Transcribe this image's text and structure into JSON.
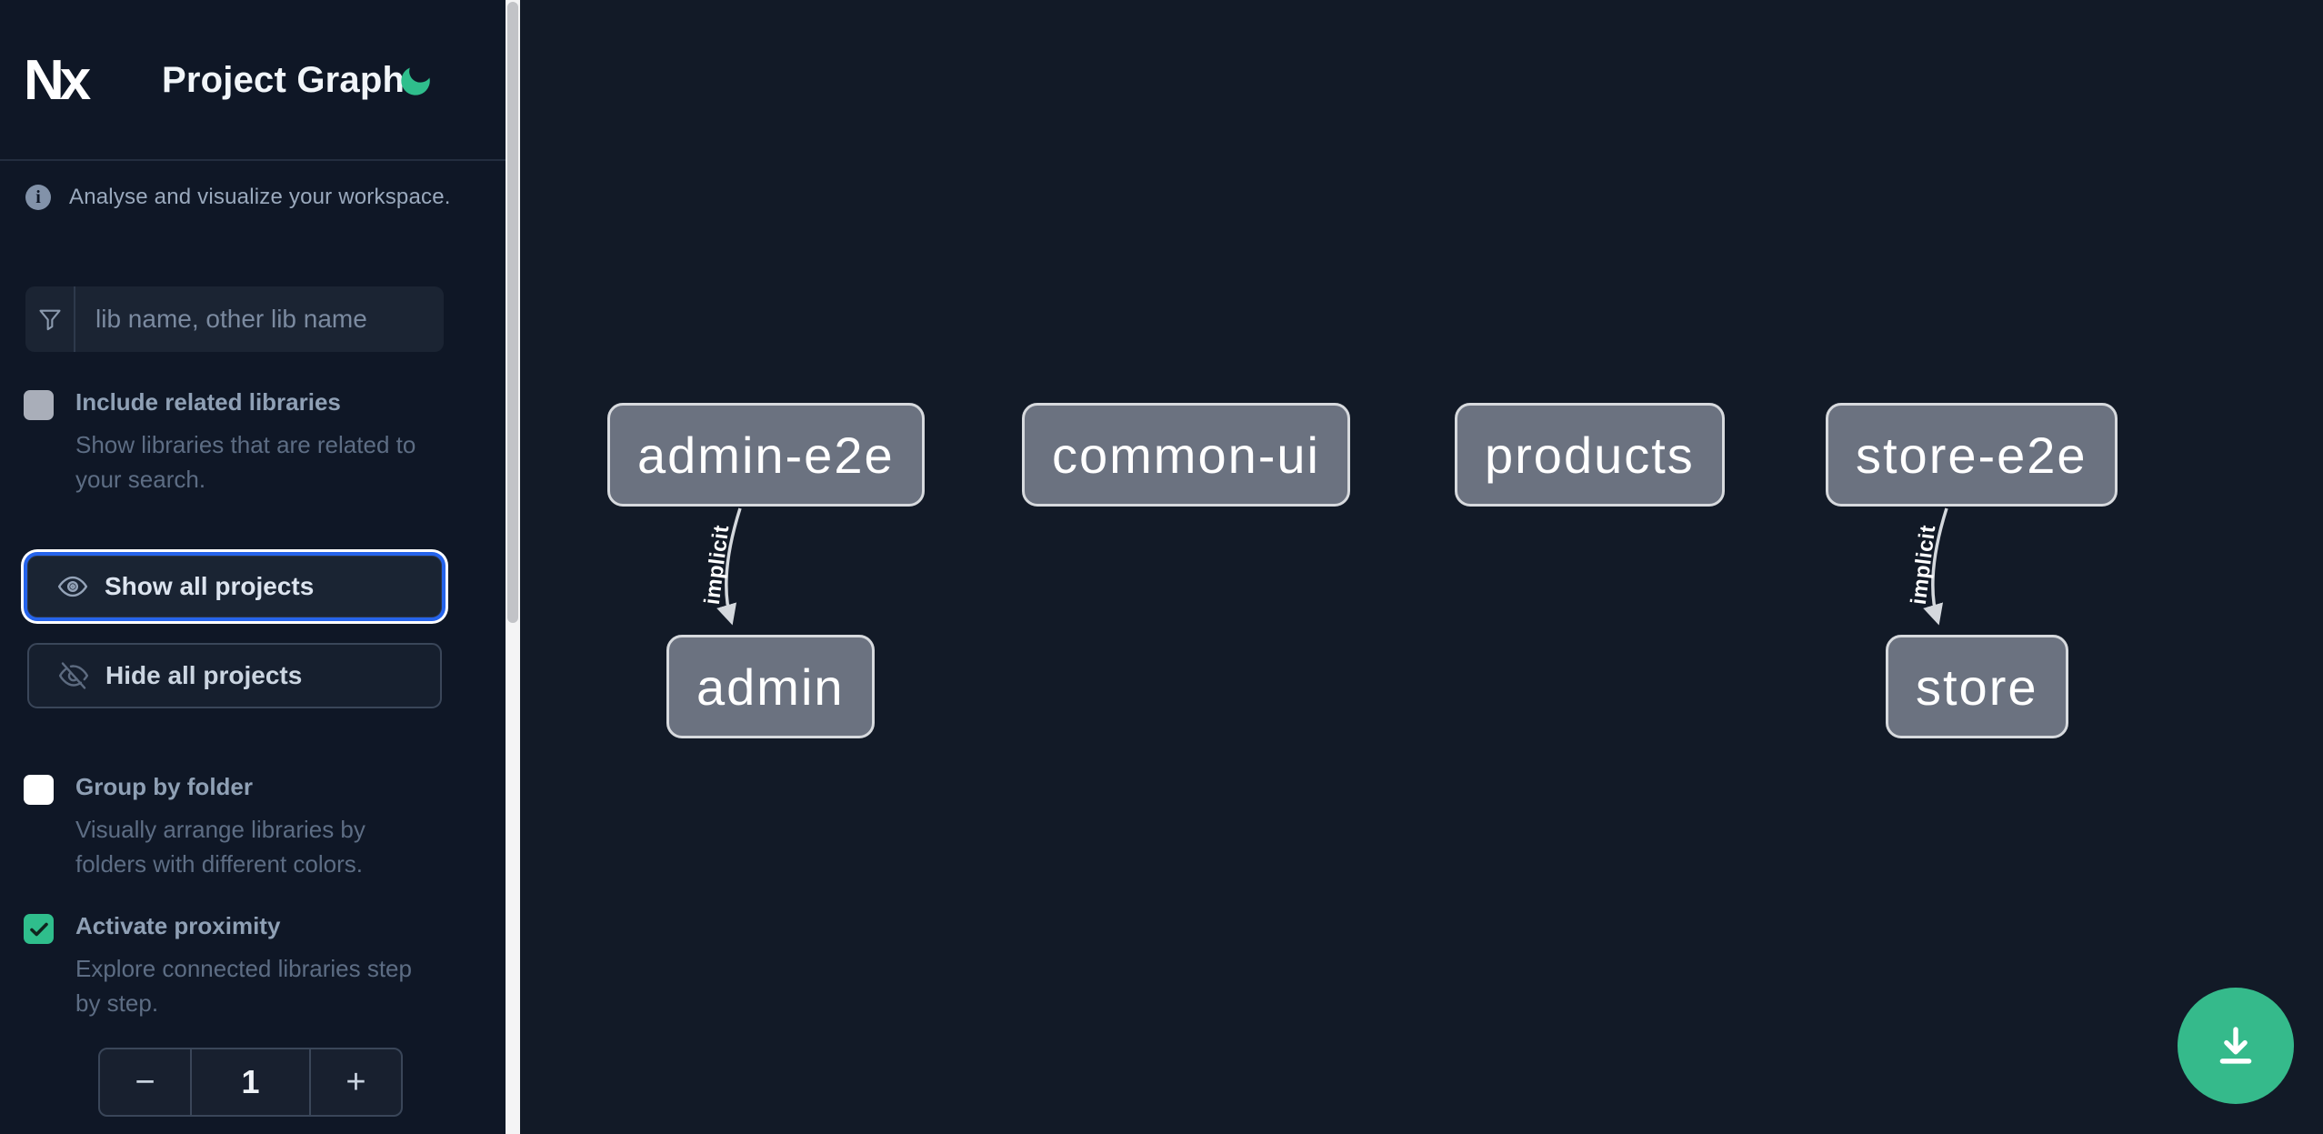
{
  "header": {
    "logo_text": "Nx",
    "title": "Project Graph",
    "theme_toggle_icon": "moon-icon",
    "accent_color": "#2fbe8c"
  },
  "sidebar": {
    "info": {
      "icon": "info-icon",
      "text": "Analyse and visualize your workspace."
    },
    "search": {
      "icon": "filter-funnel-icon",
      "placeholder": "lib name, other lib name",
      "value": ""
    },
    "toggles": [
      {
        "label": "Include related libraries",
        "description": "Show libraries that are related to\nyour search.",
        "checked": false
      },
      {
        "label": "Group by folder",
        "description": "Visually arrange libraries by\nfolders with different colors.",
        "checked": false
      },
      {
        "label": "Activate proximity",
        "description": "Explore connected libraries step\nby step.",
        "checked": true
      }
    ],
    "buttons": {
      "show_all": {
        "label": "Show all projects",
        "icon": "eye-icon",
        "focused": true,
        "focus_ring_color": "#2563eb"
      },
      "hide_all": {
        "label": "Hide all projects",
        "icon": "eye-off-icon"
      }
    },
    "proximity_stepper": {
      "decrement_label": "−",
      "value": "1",
      "increment_label": "+"
    }
  },
  "graph": {
    "nodes": [
      {
        "label": "admin-e2e"
      },
      {
        "label": "common-ui"
      },
      {
        "label": "products"
      },
      {
        "label": "store-e2e"
      },
      {
        "label": "admin"
      },
      {
        "label": "store"
      }
    ],
    "edges": [
      {
        "from": "admin-e2e",
        "to": "admin",
        "label": "implicit"
      },
      {
        "from": "store-e2e",
        "to": "store",
        "label": "implicit"
      }
    ],
    "node_fill": "#6b7280",
    "node_border": "#d7dade",
    "edge_color": "#d4d8dd"
  },
  "fab": {
    "icon": "download-icon",
    "color": "#35ba8b"
  }
}
